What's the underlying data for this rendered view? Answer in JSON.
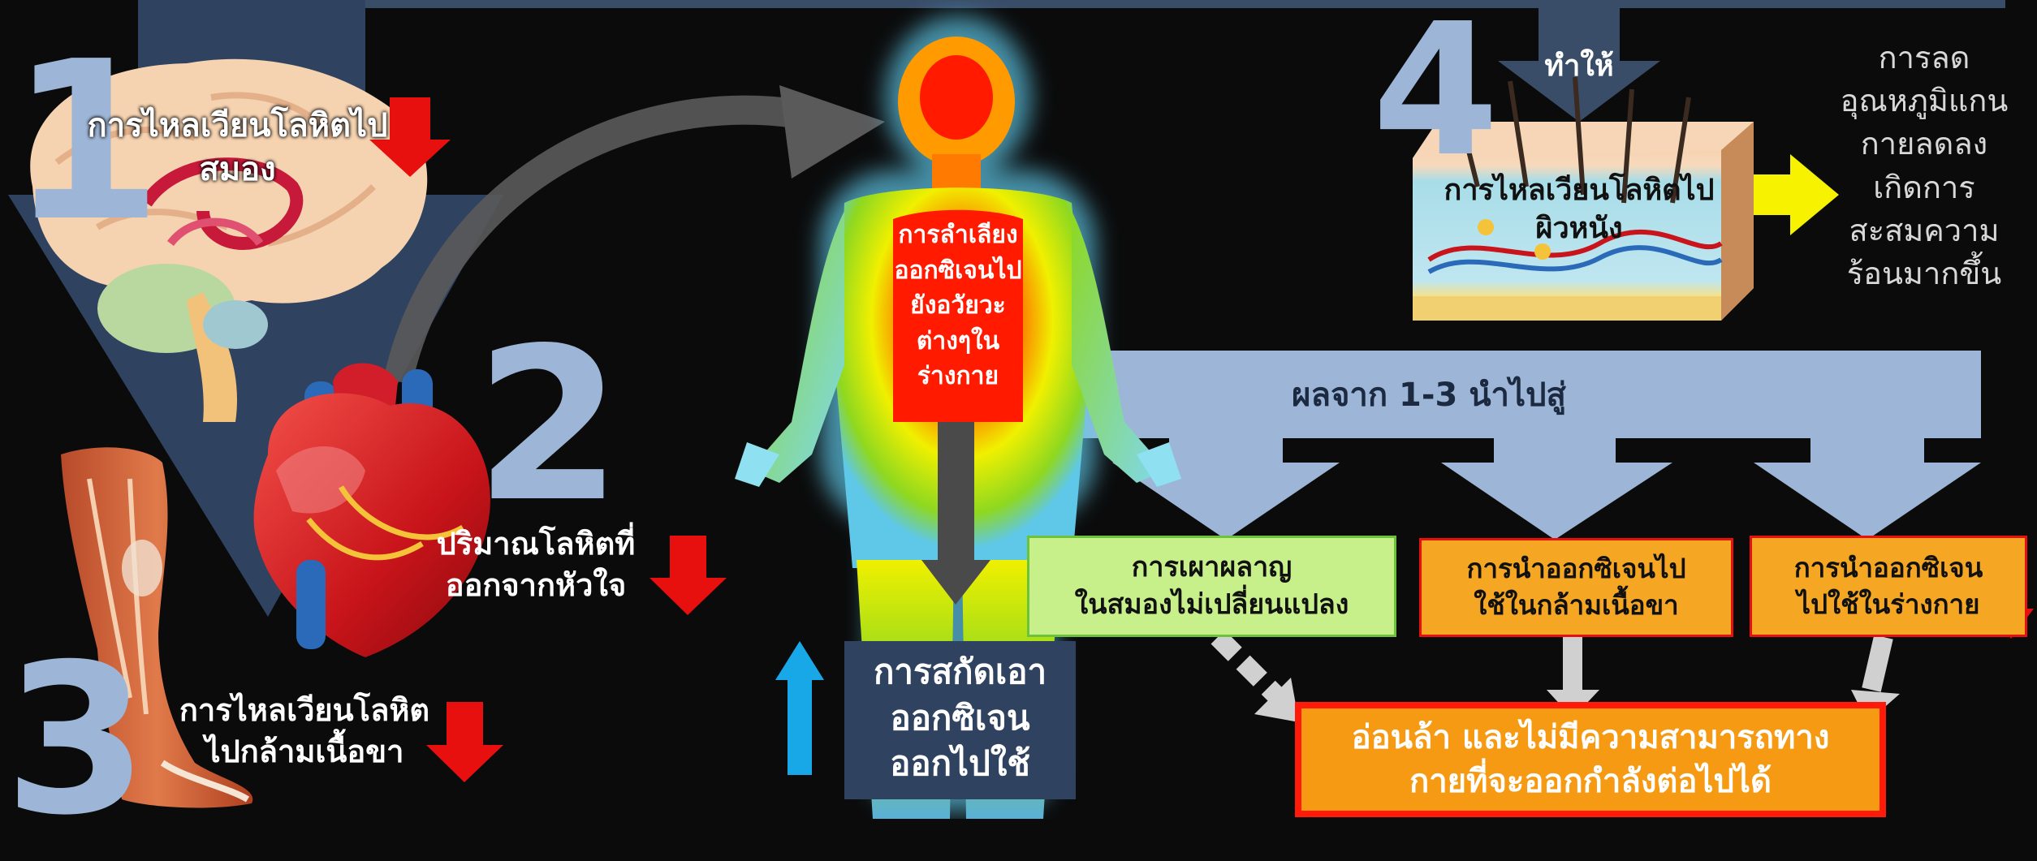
{
  "numbers": {
    "n1": "1",
    "n2": "2",
    "n3": "3",
    "n4": "4"
  },
  "brain": {
    "label_line1": "การไหลเวียนโลหิตไป",
    "label_line2": "สมอง"
  },
  "heart": {
    "label_line1": "ปริมาณโลหิตที่",
    "label_line2": "ออกจากหัวใจ"
  },
  "leg": {
    "label_line1": "การไหลเวียนโลหิต",
    "label_line2": "ไปกล้ามเนื้อขา"
  },
  "body": {
    "label_line1": "การลำเลียง",
    "label_line2": "ออกซิเจนไป",
    "label_line3": "ยังอวัยวะ",
    "label_line4": "ต่างๆใน",
    "label_line5": "ร่างกาย"
  },
  "extract": {
    "line1": "การสกัดเอา",
    "line2": "ออกซิเจน",
    "line3": "ออกไปใช้"
  },
  "skin": {
    "arrow_label": "ทำให้",
    "label_line1": "การไหลเวียนโลหิตไป",
    "label_line2": "ผิวหนัง"
  },
  "heat": {
    "line1": "การลด",
    "line2": "อุณหภูมิแกน",
    "line3": "กายลดลง",
    "line4": "เกิดการ",
    "line5": "สะสมความ",
    "line6": "ร้อนมากขึ้น"
  },
  "result": {
    "label": "ผลจาก 1-3 นำไปสู่"
  },
  "outcome_brain": {
    "line1": "การเผาผลาญ",
    "line2": "ในสมองไม่เปลี่ยนแปลง"
  },
  "outcome_muscle": {
    "line1": "การนำออกซิเจนไป",
    "line2": "ใช้ในกล้ามเนื้อขา"
  },
  "outcome_body": {
    "line1": "การนำออกซิเจน",
    "line2": "ไปใช้ในร่างกาย"
  },
  "fatigue": {
    "line1": "อ่อนล้า และไม่มีความสามารถทาง",
    "line2": "กายที่จะออกกำลังต่อไปได้"
  },
  "colors": {
    "background": "#0b0b0b",
    "steel_blue": "#9db5d6",
    "down_red": "#e8100e",
    "up_cyan": "#18a8e8",
    "green_box": "#c8f08a",
    "orange_box": "#f5a623",
    "yellow_arrow": "#f6f200"
  },
  "icons": [
    "brain-illustration",
    "heart-illustration",
    "leg-illustration",
    "body-heatmap",
    "skin-cross-section"
  ]
}
